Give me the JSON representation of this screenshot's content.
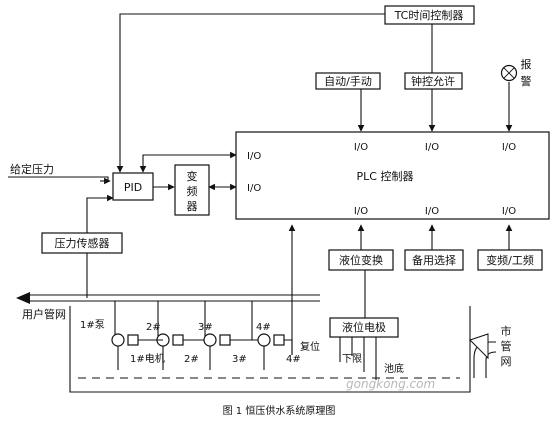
{
  "boxes": {
    "tc": "TC时间控制器",
    "auto_manual": "自动/手动",
    "clock_allow": "钟控允许",
    "alarm": [
      "报",
      "警"
    ],
    "plc": "PLC 控制器",
    "pid": "PID",
    "vfd": [
      "变",
      "频",
      "器"
    ],
    "pressure_sensor": "压力传感器",
    "level_switch": "液位变换",
    "standby_select": "备用选择",
    "fault": "变频/工频",
    "level_electrode": "液位电极"
  },
  "io_labels": {
    "left_top": "I/O",
    "left_bottom": "I/O",
    "top_1": "I/O",
    "top_2": "I/O",
    "top_3": "I/O",
    "bottom_1": "I/O",
    "bottom_2": "I/O",
    "bottom_3": "I/O"
  },
  "labels": {
    "setpoint": "给定压力",
    "user_network": "用户管网",
    "pump1": "1#泵",
    "pump2": "2#",
    "pump3": "3#",
    "pump4": "4#",
    "motor1": "1#电机",
    "motor2": "2#",
    "motor3": "3#",
    "motor4": "4#",
    "reset": "复位",
    "lower_limit": "下限",
    "pool_bottom": "池底",
    "city_network": [
      "市",
      "管",
      "网"
    ],
    "watermark": "gongkong.com"
  },
  "caption": "图 1  恒压供水系统原理图"
}
